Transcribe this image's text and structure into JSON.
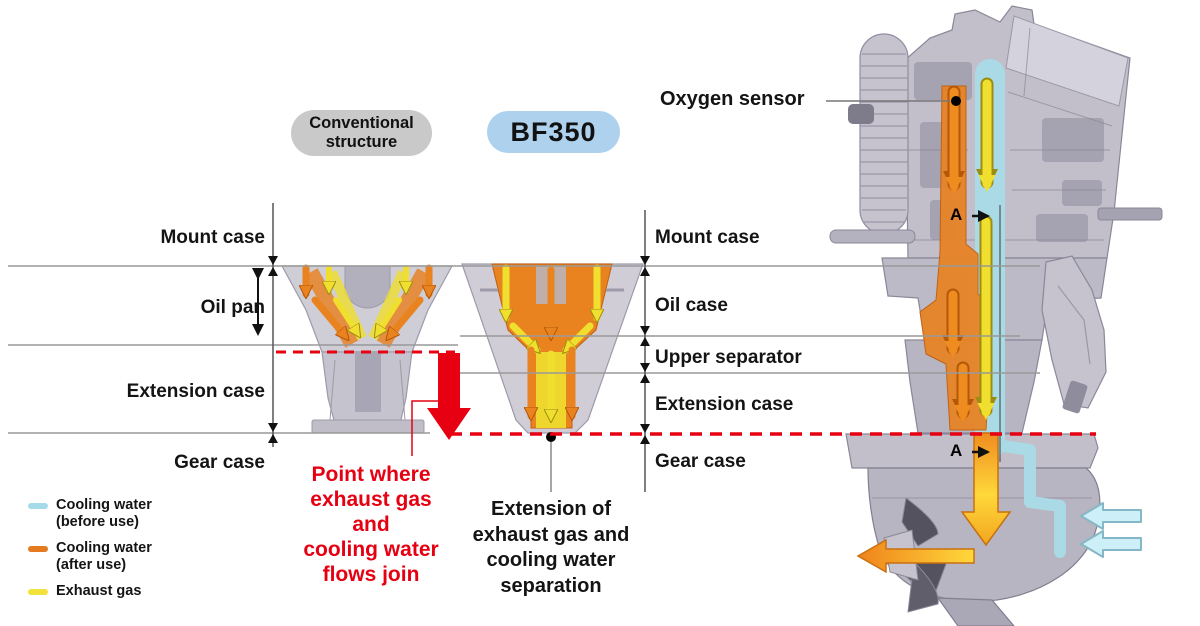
{
  "title_pills": {
    "conventional": "Conventional\nstructure",
    "bf350": "BF350"
  },
  "oxygen_sensor_label": "Oxygen sensor",
  "conventional_diagram": {
    "mount_case": "Mount case",
    "oil_pan": "Oil pan",
    "extension_case": "Extension case",
    "gear_case": "Gear case"
  },
  "bf350_diagram": {
    "mount_case": "Mount case",
    "oil_case": "Oil case",
    "upper_separator": "Upper separator",
    "extension_case": "Extension case",
    "gear_case": "Gear case"
  },
  "annotations": {
    "join_point": "Point where\nexhaust gas\nand\ncooling water\nflows join",
    "separation": "Extension of\nexhaust gas and\ncooling water\nseparation",
    "section_marker_upper": "A",
    "section_marker_lower": "A"
  },
  "legend": {
    "items": [
      {
        "label": "Cooling water\n(before use)",
        "color": "#a5dbe8"
      },
      {
        "label": "Cooling water\n(after use)",
        "color": "#e47b20"
      },
      {
        "label": "Exhaust gas",
        "color": "#f2e23c"
      }
    ]
  },
  "colors": {
    "accent_red": "#e60012",
    "bf350_pill": "#aed1ee",
    "conventional_pill": "#c9c9c9",
    "cooling_water_before": "#a5dbe8",
    "cooling_water_after": "#e47b20",
    "exhaust_gas": "#f2e23c"
  }
}
